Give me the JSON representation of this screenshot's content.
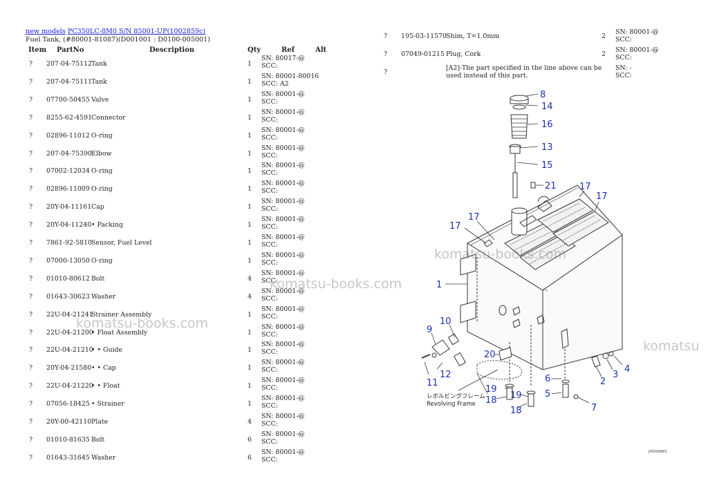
{
  "breadcrumb": {
    "link1": "new models",
    "link2": "PC350LC-8M0 S/N 85001-UP(1002859c)"
  },
  "subtitle": "Fuel Tank, (#80001-81087)(D001001 : D0100-005001)",
  "headers": {
    "item": "Item",
    "partno": "PartNo",
    "description": "Description",
    "qty": "Qty",
    "ref": "Ref",
    "alt": "Alt"
  },
  "left_rows": [
    {
      "item": "?",
      "partno": "207-04-75112",
      "desc": "Tank",
      "qty": "1",
      "ref1": "SN: 80017-@",
      "ref2": "SCC:"
    },
    {
      "item": "?",
      "partno": "207-04-75111",
      "desc": "Tank",
      "qty": "1",
      "ref1": "SN: 80001-80016",
      "ref2": "SCC: A2"
    },
    {
      "item": "?",
      "partno": "07700-50455",
      "desc": "Valve",
      "qty": "1",
      "ref1": "SN: 80001-@",
      "ref2": "SCC:"
    },
    {
      "item": "?",
      "partno": "8255-62-4591",
      "desc": "Connector",
      "qty": "1",
      "ref1": "SN: 80001-@",
      "ref2": "SCC:"
    },
    {
      "item": "?",
      "partno": "02896-11012",
      "desc": "O-ring",
      "qty": "1",
      "ref1": "SN: 80001-@",
      "ref2": "SCC:"
    },
    {
      "item": "?",
      "partno": "207-04-75390",
      "desc": "Elbow",
      "qty": "1",
      "ref1": "SN: 80001-@",
      "ref2": "SCC:"
    },
    {
      "item": "?",
      "partno": "07002-12034",
      "desc": "O-ring",
      "qty": "1",
      "ref1": "SN: 80001-@",
      "ref2": "SCC:"
    },
    {
      "item": "?",
      "partno": "02896-11009",
      "desc": "O-ring",
      "qty": "1",
      "ref1": "SN: 80001-@",
      "ref2": "SCC:"
    },
    {
      "item": "?",
      "partno": "20Y-04-11161",
      "desc": "Cap",
      "qty": "1",
      "ref1": "SN: 80001-@",
      "ref2": "SCC:"
    },
    {
      "item": "?",
      "partno": "20Y-04-11240",
      "desc": "• Packing",
      "qty": "1",
      "ref1": "SN: 80001-@",
      "ref2": "SCC:"
    },
    {
      "item": "?",
      "partno": "7861-92-5810",
      "desc": "Sensor, Fuel Level",
      "qty": "1",
      "ref1": "SN: 80001-@",
      "ref2": "SCC:"
    },
    {
      "item": "?",
      "partno": "07000-13050",
      "desc": "O-ring",
      "qty": "1",
      "ref1": "SN: 80001-@",
      "ref2": "SCC:"
    },
    {
      "item": "?",
      "partno": "01010-80612",
      "desc": "Bolt",
      "qty": "4",
      "ref1": "SN: 80001-@",
      "ref2": "SCC:"
    },
    {
      "item": "?",
      "partno": "01643-30623",
      "desc": "Washer",
      "qty": "4",
      "ref1": "SN: 80001-@",
      "ref2": "SCC:"
    },
    {
      "item": "?",
      "partno": "22U-04-21241",
      "desc": "Strainer Assembly",
      "qty": "1",
      "ref1": "SN: 80001-@",
      "ref2": "SCC:"
    },
    {
      "item": "?",
      "partno": "22U-04-21200",
      "desc": "• Float Assembly",
      "qty": "1",
      "ref1": "SN: 80001-@",
      "ref2": "SCC:"
    },
    {
      "item": "?",
      "partno": "22U-04-21210",
      "desc": "• • Guide",
      "qty": "1",
      "ref1": "SN: 80001-@",
      "ref2": "SCC:"
    },
    {
      "item": "?",
      "partno": "20Y-04-21580",
      "desc": "• • Cap",
      "qty": "1",
      "ref1": "SN: 80001-@",
      "ref2": "SCC:"
    },
    {
      "item": "?",
      "partno": "22U-04-21220",
      "desc": "• • Float",
      "qty": "1",
      "ref1": "SN: 80001-@",
      "ref2": "SCC:"
    },
    {
      "item": "?",
      "partno": "07056-18425",
      "desc": "• Strainer",
      "qty": "1",
      "ref1": "SN: 80001-@",
      "ref2": "SCC:"
    },
    {
      "item": "?",
      "partno": "20Y-00-42110",
      "desc": "Plate",
      "qty": "4",
      "ref1": "SN: 80001-@",
      "ref2": "SCC:"
    },
    {
      "item": "?",
      "partno": "01010-81635",
      "desc": "Bolt",
      "qty": "6",
      "ref1": "SN: 80001-@",
      "ref2": "SCC:"
    },
    {
      "item": "?",
      "partno": "01643-31645",
      "desc": "Washer",
      "qty": "6",
      "ref1": "SN: 80001-@",
      "ref2": "SCC:"
    }
  ],
  "right_rows": [
    {
      "item": "?",
      "partno": "195-03-11570",
      "desc": "Shim, T=1.0mm",
      "qty": "2",
      "ref1": "SN: 80001-@",
      "ref2": "SCC:"
    },
    {
      "item": "?",
      "partno": "07049-01215",
      "desc": "Plug, Cork",
      "qty": "2",
      "ref1": "SN: 80001-@",
      "ref2": "SCC:"
    }
  ],
  "note_row": {
    "item": "?",
    "line1": "[A2]-The part specified in the line above can be",
    "line2": "used instead of this part.",
    "ref1": "SN: -",
    "ref2": "SCC:"
  },
  "watermark": "komatsu-books.com",
  "watermark_partial": "komatsu",
  "diagram": {
    "callouts": [
      "8",
      "14",
      "16",
      "13",
      "15",
      "21",
      "17",
      "17",
      "17",
      "17",
      "1",
      "10",
      "9",
      "20",
      "12",
      "11",
      "6",
      "19",
      "19",
      "18",
      "18",
      "5",
      "2",
      "3",
      "4",
      "7"
    ],
    "caption_jp": "レボルビングフレーム",
    "caption_en": "Revolving Frame",
    "code": "JH009865"
  },
  "colors": {
    "link": "#1a1ae0",
    "callout": "#1c2fb0",
    "line": "#333333"
  }
}
